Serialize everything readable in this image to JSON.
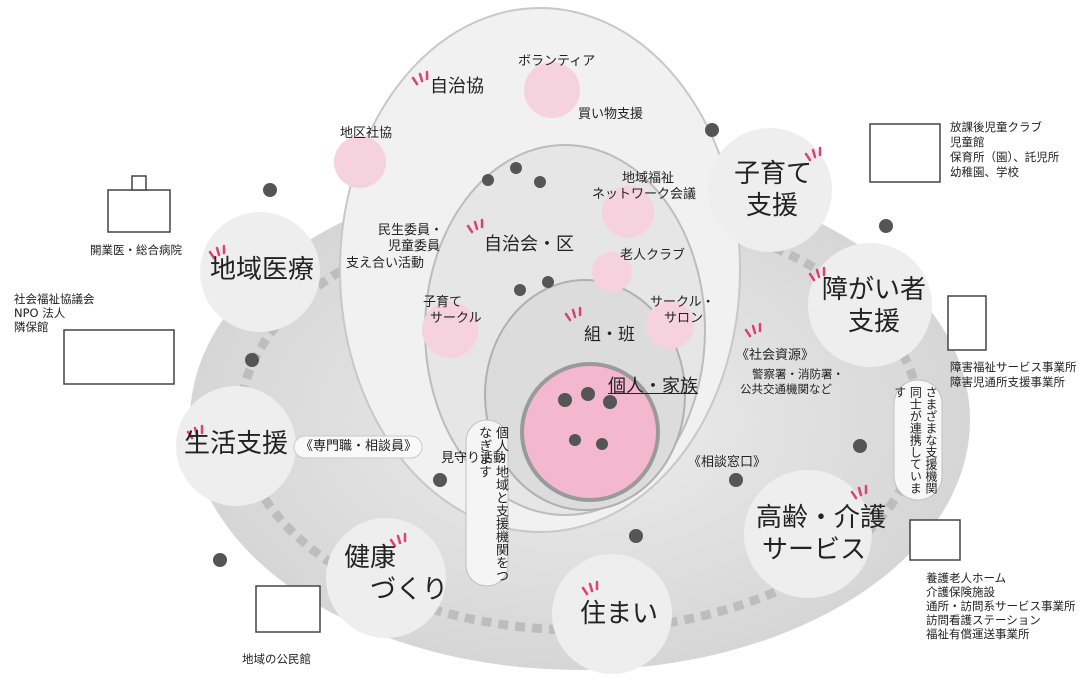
{
  "center": {
    "label": "個人・家族"
  },
  "rings": {
    "kumi": "組・班",
    "jichikai": "自治会・区",
    "jichikyo": "自治協"
  },
  "inner_items": {
    "volunteer": "ボランティア",
    "shopping": "買い物支援",
    "chiku_shakyo": "地区社協",
    "network": [
      "地域福祉",
      "ネットワーク会議"
    ],
    "minsei": [
      "民生委員・",
      "児童委員"
    ],
    "sasaeai": "支え合い活動",
    "roujin": "老人クラブ",
    "kosodate_circle": [
      "子育て",
      "サークル"
    ],
    "circle_salon": [
      "サークル・",
      "サロン"
    ],
    "mimamori": "見守り活動"
  },
  "callouts": {
    "senmon": "《専門職・相談員》",
    "shakai_shigen": "《社会資源》",
    "shakai_shigen_detail": [
      "警察署・消防署・",
      "公共交通機関など"
    ],
    "soudan": "《相談窓口》",
    "tsunagi": "個人・地域と支援機関をつなぎます",
    "renkei": "さまざまな支援機関同士が連携しています"
  },
  "outer_circles": {
    "iryo": "地域医療",
    "kosodate": [
      "子育て",
      "支援"
    ],
    "shogai": [
      "障がい者",
      "支援"
    ],
    "seikatsu": "生活支援",
    "kourei": [
      "高齢・介護",
      "サービス"
    ],
    "kenko": [
      "健康",
      "づくり"
    ],
    "sumai": "住まい"
  },
  "outer_notes": {
    "iryo_note": "開業医・総合病院",
    "kosodate_note": [
      "放課後児童クラブ",
      "児童館",
      "保育所（園）、託児所",
      "幼稚園、学校"
    ],
    "shakyo_note": [
      "社会福祉協議会",
      "NPO 法人",
      "隣保館"
    ],
    "shogai_note": [
      "障害福祉サービス事業所",
      "障害児通所支援事業所"
    ],
    "kourei_note": [
      "養護老人ホーム",
      "介護保険施設",
      "通所・訪問系サービス事業所",
      "訪問看護ステーション",
      "福祉有償運送事業所"
    ],
    "kominkan_note": "地域の公民館"
  },
  "colors": {
    "outer_ring": "#dddddd",
    "ellipse_fill": "#ececec",
    "center_fill": "#f3b8cd",
    "accent_pink": "#e0407a",
    "circle_fill": "#eeeeee",
    "pink_bubble": "#f6d2de"
  }
}
